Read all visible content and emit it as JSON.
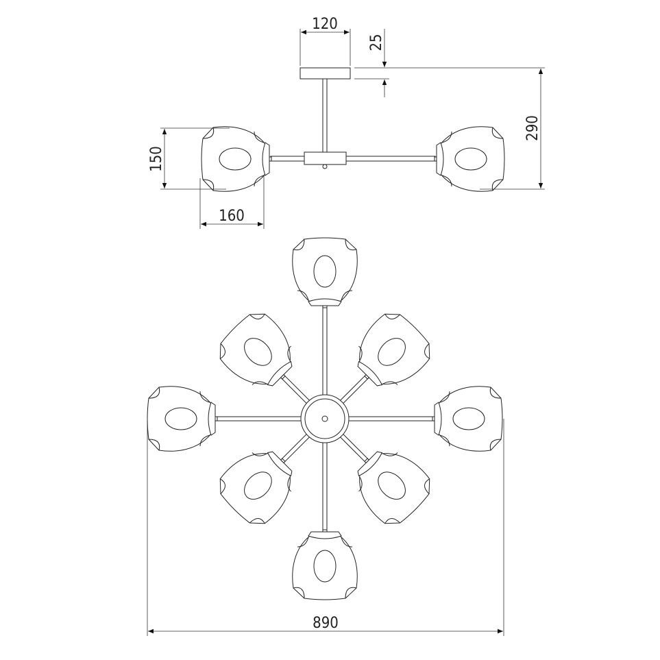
{
  "title": "Chandelier dimension drawing",
  "dimensions": {
    "plate_width": "120",
    "plate_height": "25",
    "total_height": "290",
    "shade_height": "150",
    "shade_length": "160",
    "total_width": "890"
  },
  "line_color": "#222222",
  "background": "#ffffff"
}
